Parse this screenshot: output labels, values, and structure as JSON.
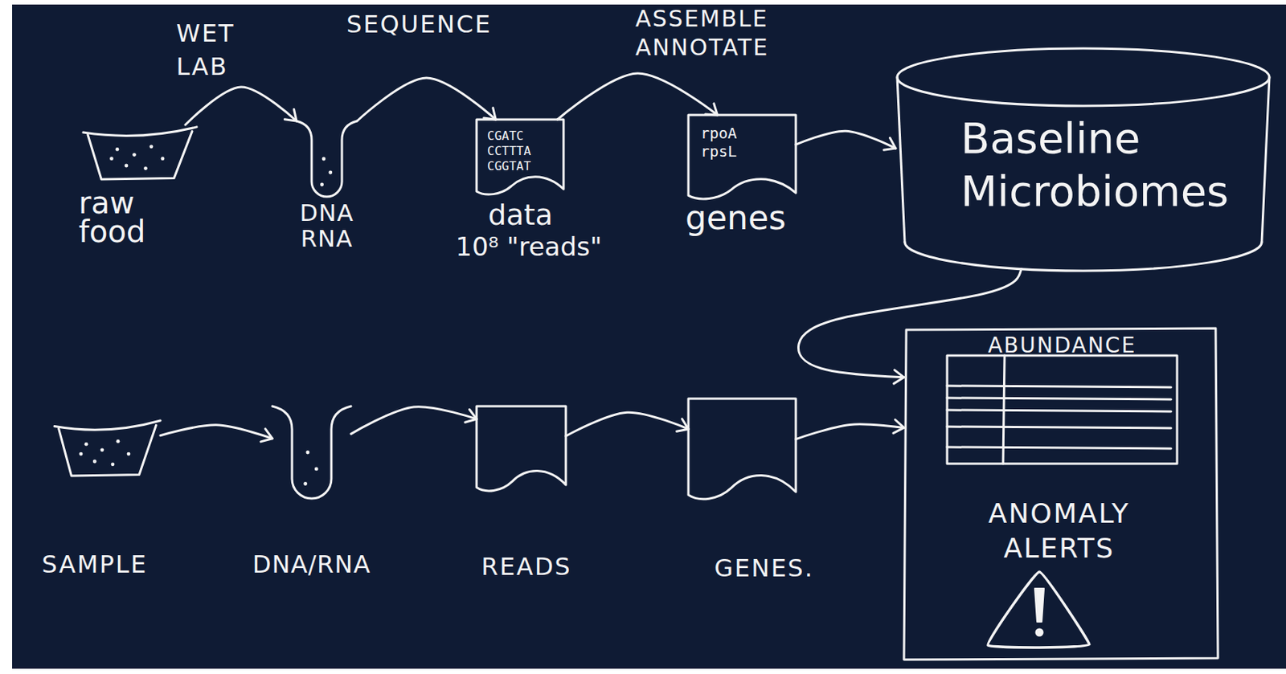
{
  "diagram": {
    "nodes": [
      {
        "text": [
          "raw food"
        ]
      },
      {
        "text": [
          "DNA RNA"
        ]
      },
      {
        "text": [
          "CGATC CCTTTA CGGTAT",
          "data",
          "10⁸ \"reads\""
        ]
      },
      {
        "text": [
          "rpoA rpsL",
          "genes"
        ]
      },
      {
        "text": [
          "Baseline Microbiomes"
        ]
      },
      {
        "text": [
          "SAMPLE"
        ]
      },
      {
        "text": [
          "DNA/RNA"
        ]
      },
      {
        "text": [
          "READS"
        ]
      },
      {
        "text": [
          "GENES."
        ]
      },
      {
        "text": [
          "ANOMALY ALERTS"
        ]
      },
      {
        "text": [
          "ABUNDANCE"
        ],
        "in": 9
      }
    ],
    "edges": [
      {
        "from": 0,
        "to": 1,
        "label": "WET LAB",
        "arrow": "to"
      },
      {
        "from": 1,
        "to": 2,
        "label": "SEQUENCE",
        "arrow": "to"
      },
      {
        "from": 2,
        "to": 3,
        "label": "ASSEMBLE ANNOTATE",
        "arrow": "to"
      },
      {
        "from": 3,
        "to": 4,
        "arrow": "to"
      },
      {
        "from": 4,
        "to": 9,
        "arrow": "to"
      },
      {
        "from": 5,
        "to": 6,
        "arrow": "to"
      },
      {
        "from": 6,
        "to": 7,
        "arrow": "to"
      },
      {
        "from": 7,
        "to": 8,
        "arrow": "to"
      },
      {
        "from": 8,
        "to": 9,
        "arrow": "to"
      }
    ]
  }
}
